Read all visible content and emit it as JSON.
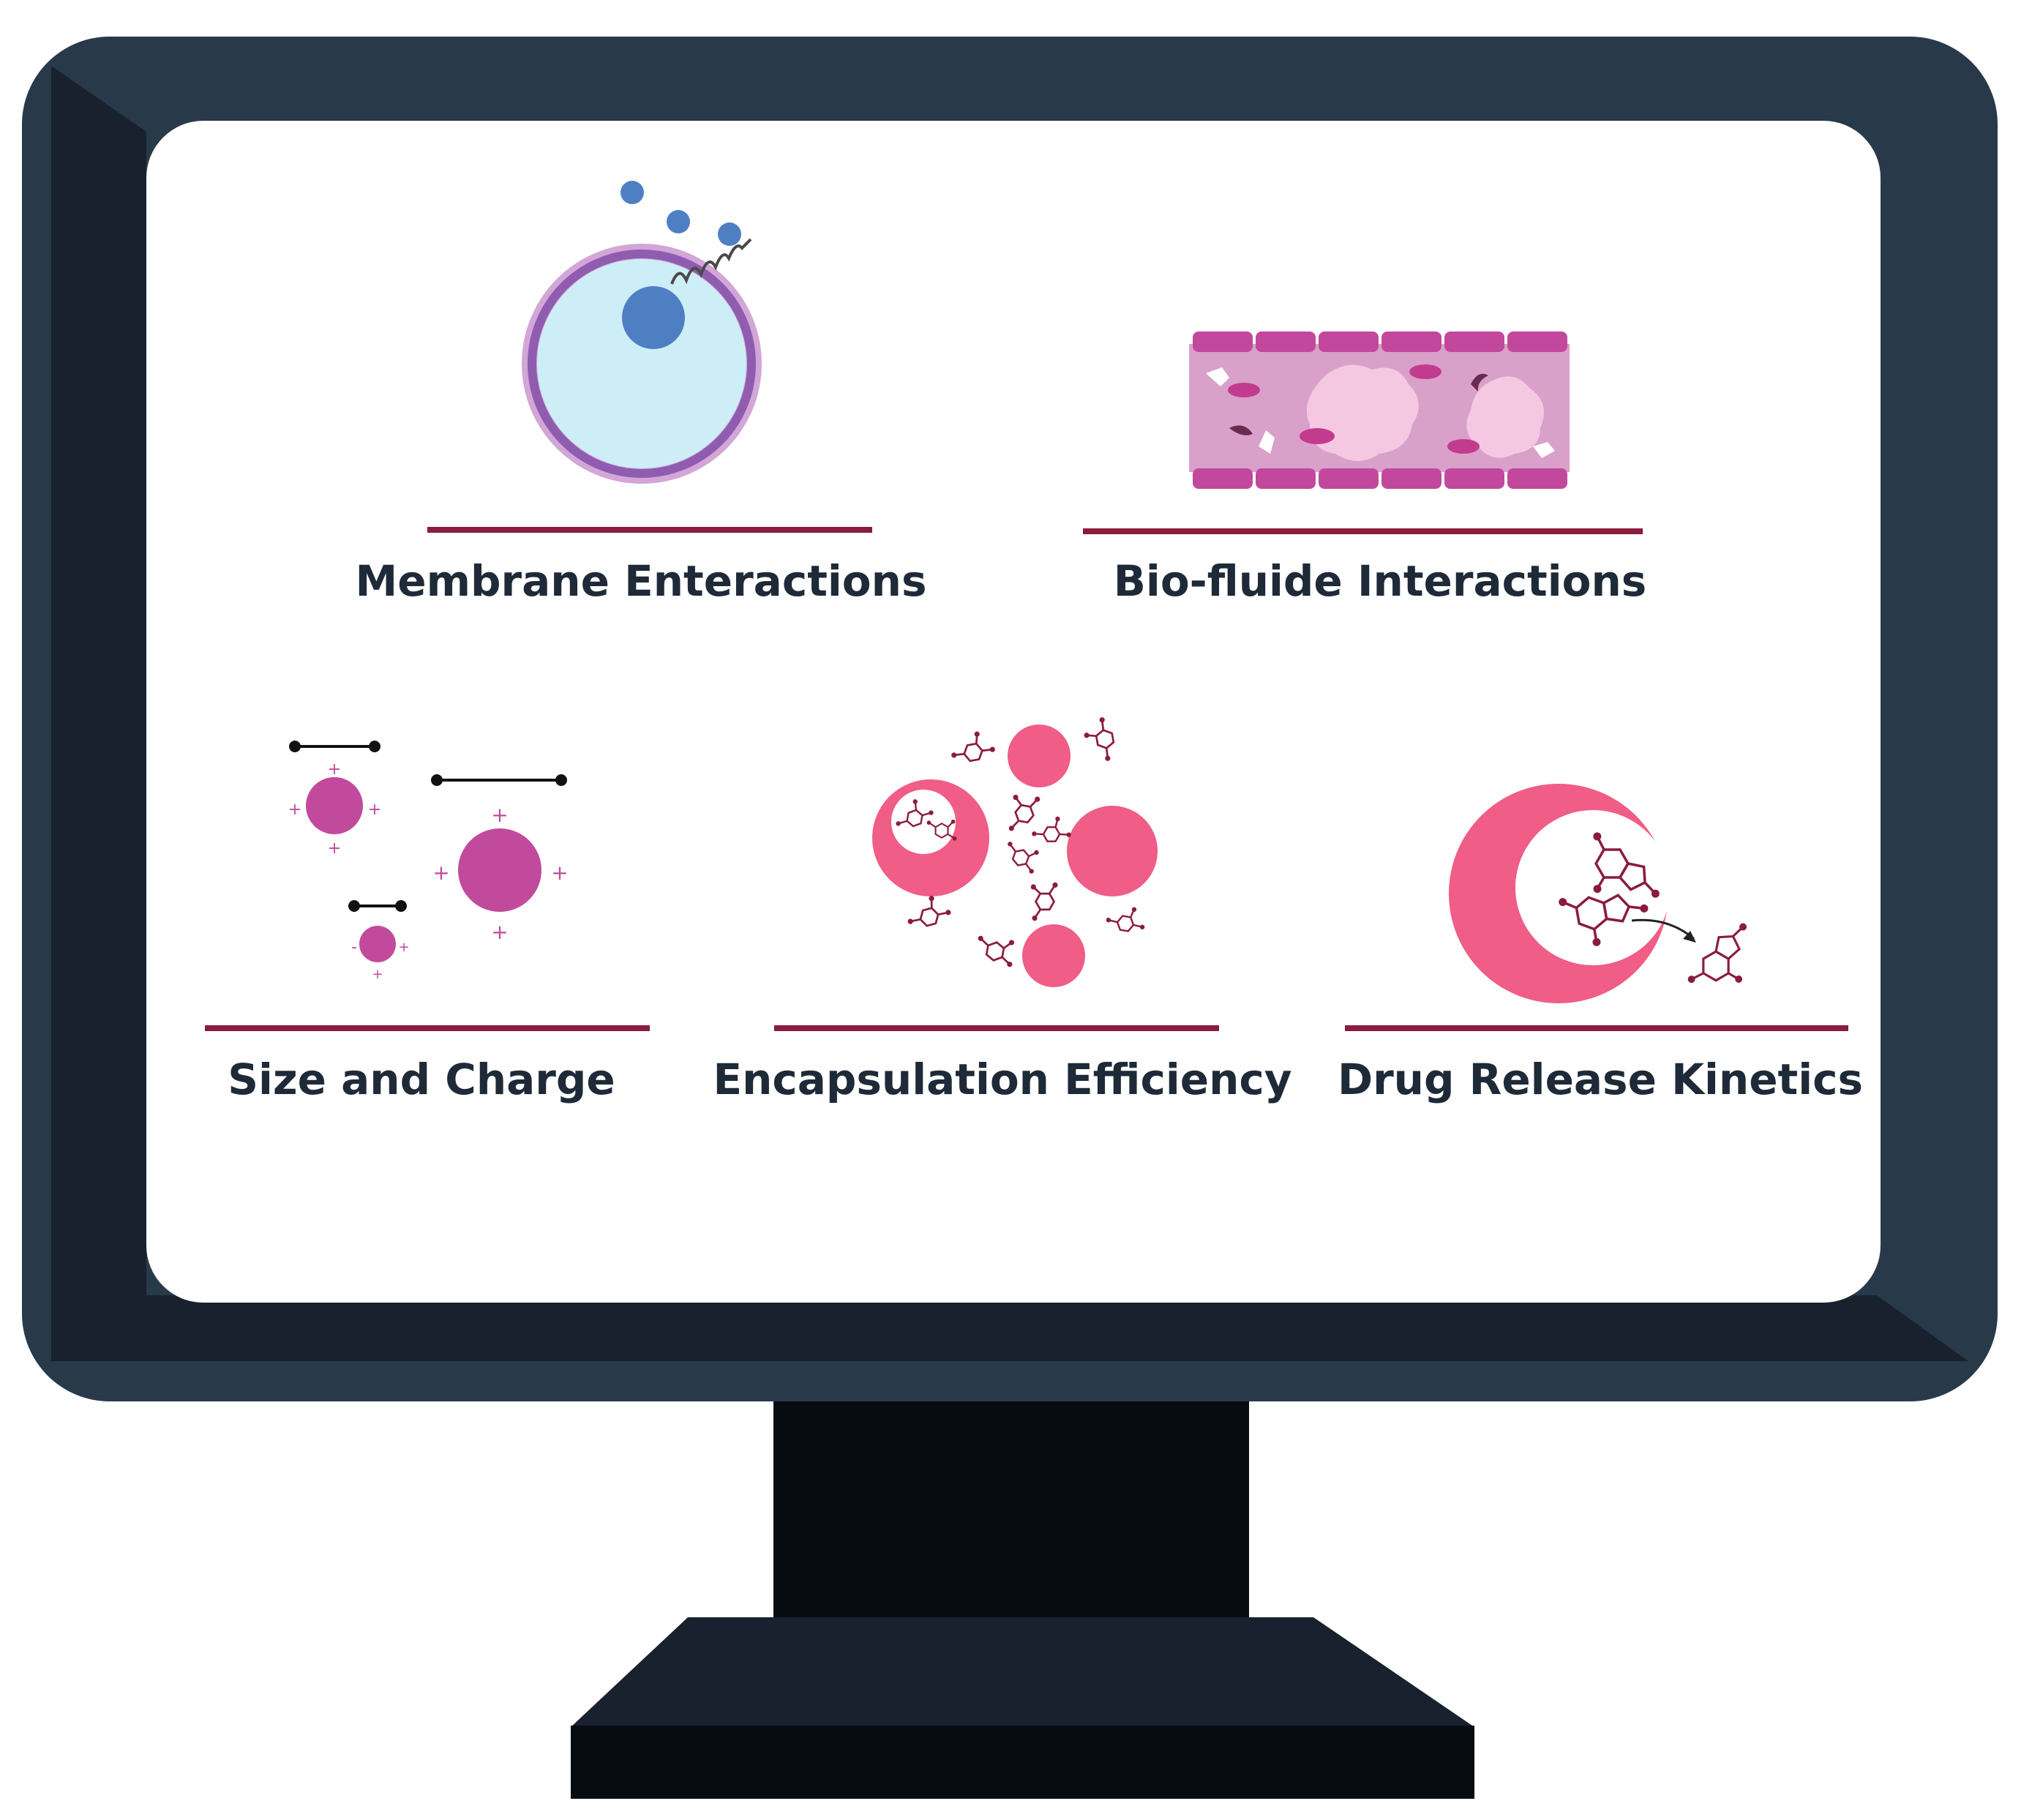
{
  "colors": {
    "frame": "#28394a",
    "frame_shadow": "#18212d",
    "stand": "#070b12",
    "screen": "#ffffff",
    "underline": "#8a1c3d",
    "text": "#1e2a38",
    "cell_fill": "#cdeef7",
    "cell_membrane": "#8f5cb0",
    "cell_membrane_outer": "#d2a6d6",
    "ligand_blue": "#4f7fc3",
    "vessel_wall": "#c2489e",
    "vessel_lumen": "#d9a0c9",
    "platelet_pale": "#f5c8e1",
    "rbc": "#c23b8f",
    "particle_magenta": "#c24a9c",
    "liposome_pink": "#f05d87",
    "molecule": "#8a1c3d"
  },
  "panels": [
    {
      "id": "membrane",
      "label": "Membrane Enteractions",
      "icon": "cell-membrane-icon"
    },
    {
      "id": "biofluid",
      "label": "Bio-fluide Interactions",
      "icon": "blood-vessel-icon"
    },
    {
      "id": "size",
      "label": "Size and Charge",
      "icon": "charged-particles-icon"
    },
    {
      "id": "encapsulation",
      "label": "Encapsulation Efficiency",
      "icon": "liposomes-drugs-icon"
    },
    {
      "id": "release",
      "label": "Drug Release Kinetics",
      "icon": "drug-release-icon"
    }
  ],
  "symbols": {
    "plus": "+",
    "minus": "-"
  }
}
